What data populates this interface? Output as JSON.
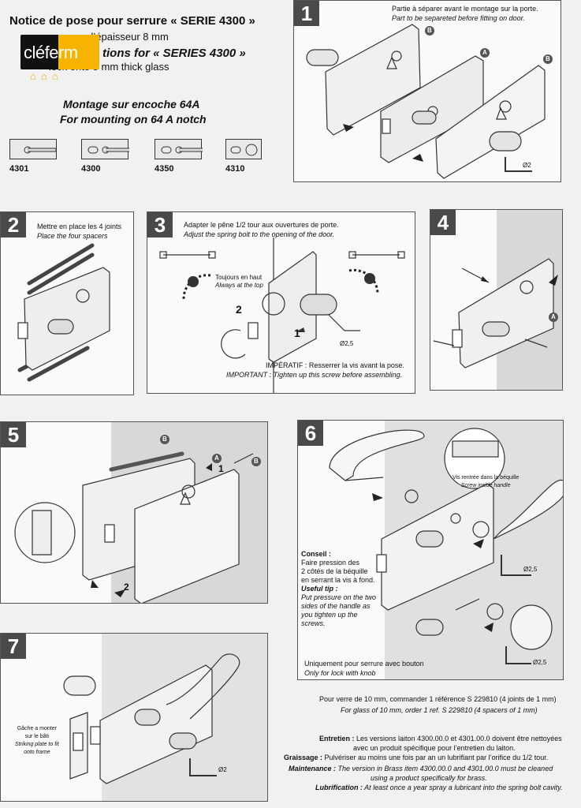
{
  "header": {
    "title_fr": "Notice de pose pour serrure « SERIE 4300 »",
    "subtitle_fr": "re d’épaisseur 8 mm",
    "title_en": "tions for « SERIES 4300 »",
    "subtitle_en": "lock onto 8 mm thick glass",
    "mount_fr": "Montage sur encoche 64A",
    "mount_en": "For mounting on 64 A notch"
  },
  "logo": {
    "text": "cléferm"
  },
  "models": [
    "4301",
    "4300",
    "4350",
    "4310"
  ],
  "step1": {
    "num": "1",
    "caption_fr": "Partie à séparer avant le montage sur la porte.",
    "caption_en": "Part to be separeted before fitting on door.",
    "label_b1": "B",
    "label_a": "A",
    "label_b2": "B",
    "tool": "Ø2"
  },
  "step2": {
    "num": "2",
    "caption_fr": "Mettre en place les 4 joints",
    "caption_en": "Place the four spacers"
  },
  "step3": {
    "num": "3",
    "caption_fr": "Adapter le pêne 1/2 tour aux ouvertures de porte.",
    "caption_en": "Adjust the spring bolt to the opening of the door.",
    "top_fr": "Toujours en haut",
    "top_en": "Always at the top",
    "n1": "1",
    "n2": "2",
    "tool": "Ø2,5",
    "imperatif": "IMPÉRATIF : Resserrer la vis avant la pose.",
    "important": "IMPORTANT : Tighten up this screw before assembling."
  },
  "step4": {
    "num": "4",
    "label_a": "A"
  },
  "step5": {
    "num": "5",
    "label_b1": "B",
    "label_a": "A",
    "label_b2": "B",
    "n1": "1",
    "n2": "2"
  },
  "step6": {
    "num": "6",
    "screw_fr": "Vis rentrée dans la béquille",
    "screw_en": "Screw inside handle",
    "conseil_title": "Conseil :",
    "conseil_lines": [
      "Faire pression des",
      "2 côtés de la béquille",
      "en serrant la vis à fond."
    ],
    "tip_title": "Useful tip :",
    "tip_lines": [
      "Put pressure on the two",
      "sides of the handle as",
      "you tighten up the",
      "screws."
    ],
    "tool1": "Ø2,5",
    "tool2": "Ø2,5",
    "knob_fr": "Uniquement pour serrure avec bouton",
    "knob_en": "Only for lock with knob"
  },
  "step7": {
    "num": "7",
    "plate_lines_fr": [
      "Gâche a monter",
      "sur le bâti"
    ],
    "plate_lines_en": [
      "Striking plate to fit",
      "onto frame"
    ],
    "tool": "Ø2"
  },
  "notes": {
    "glass_fr": "Pour verre de 10 mm, commander 1 référence S 229810 (4 joints de 1 mm)",
    "glass_en": "For glass of 10 mm, order 1 ref. S 229810 (4 spacers of 1 mm)",
    "entretien_label": "Entretien :",
    "entretien_text": "Les versions laiton 4300.00.0 et 4301.00.0 doivent être nettoyées",
    "entretien_text2": "avec un produit spécifique pour l’entretien du laiton.",
    "graissage_label": "Graissage :",
    "graissage_text": "Pulvériser au moins une fois par an un lubrifiant par l’orifice du 1/2 tour.",
    "maintenance_label": "Maintenance :",
    "maintenance_text": "The version in Brass item 4300.00.0 and 4301.00.0 must be cleaned",
    "maintenance_text2": "using a product specifically for brass.",
    "lubrication_label": "Lubrification :",
    "lubrication_text": "At least once a year spray a lubricant into the spring bolt cavity."
  }
}
